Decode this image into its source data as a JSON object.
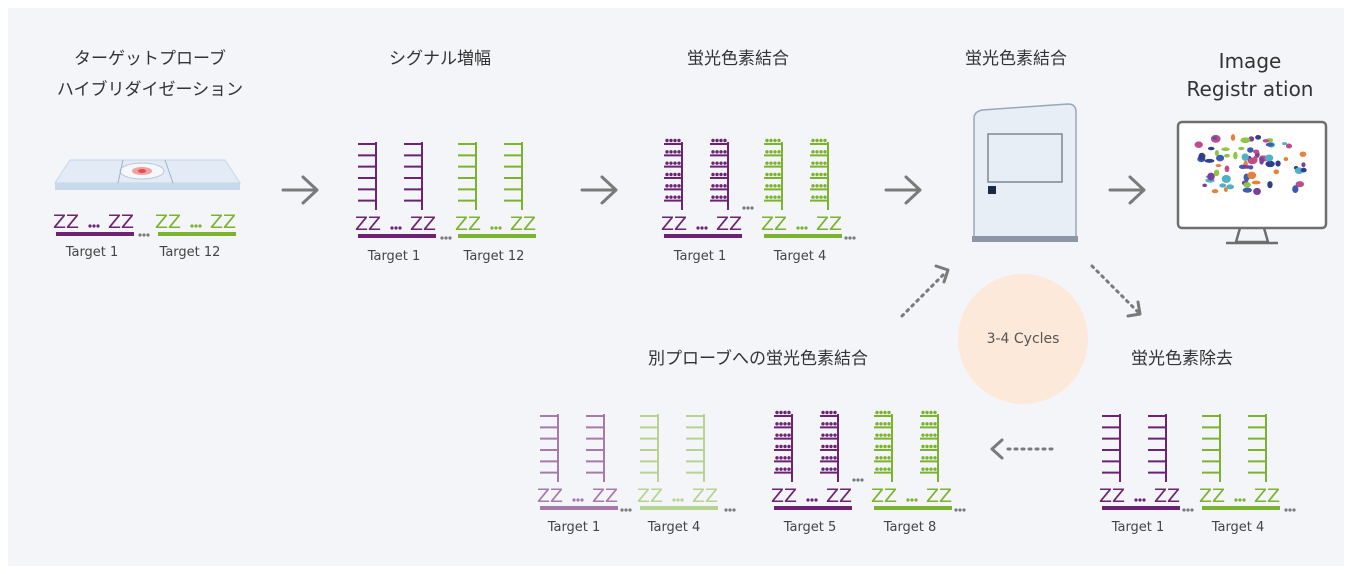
{
  "steps": {
    "s1_line1": "ターゲットプローブ",
    "s1_line2": "ハイブリダイゼーション",
    "s2": "シグナル増幅",
    "s3": "蛍光色素結合",
    "s4": "蛍光色素結合",
    "s5_line1": "Image",
    "s5_line2": "Registr ation",
    "remove": "蛍光色素除去",
    "rebind": "別プローブへの蛍光色素結合"
  },
  "cycle_label": "3-4 Cycles",
  "zz": {
    "left": "ZZ",
    "right": "ZZ"
  },
  "targets": {
    "t1": "Target 1",
    "t12": "Target 12",
    "t4": "Target 4",
    "t5": "Target 5",
    "t8": "Target 8"
  },
  "colors": {
    "purple": "#6b2372",
    "green": "#7cb32e",
    "light_purple": "#a77aaa",
    "light_green": "#b6d490",
    "arrow": "#7a7a7a",
    "cycle_bg": "#fde9d9",
    "panel_bg": "#f3f5f8"
  }
}
